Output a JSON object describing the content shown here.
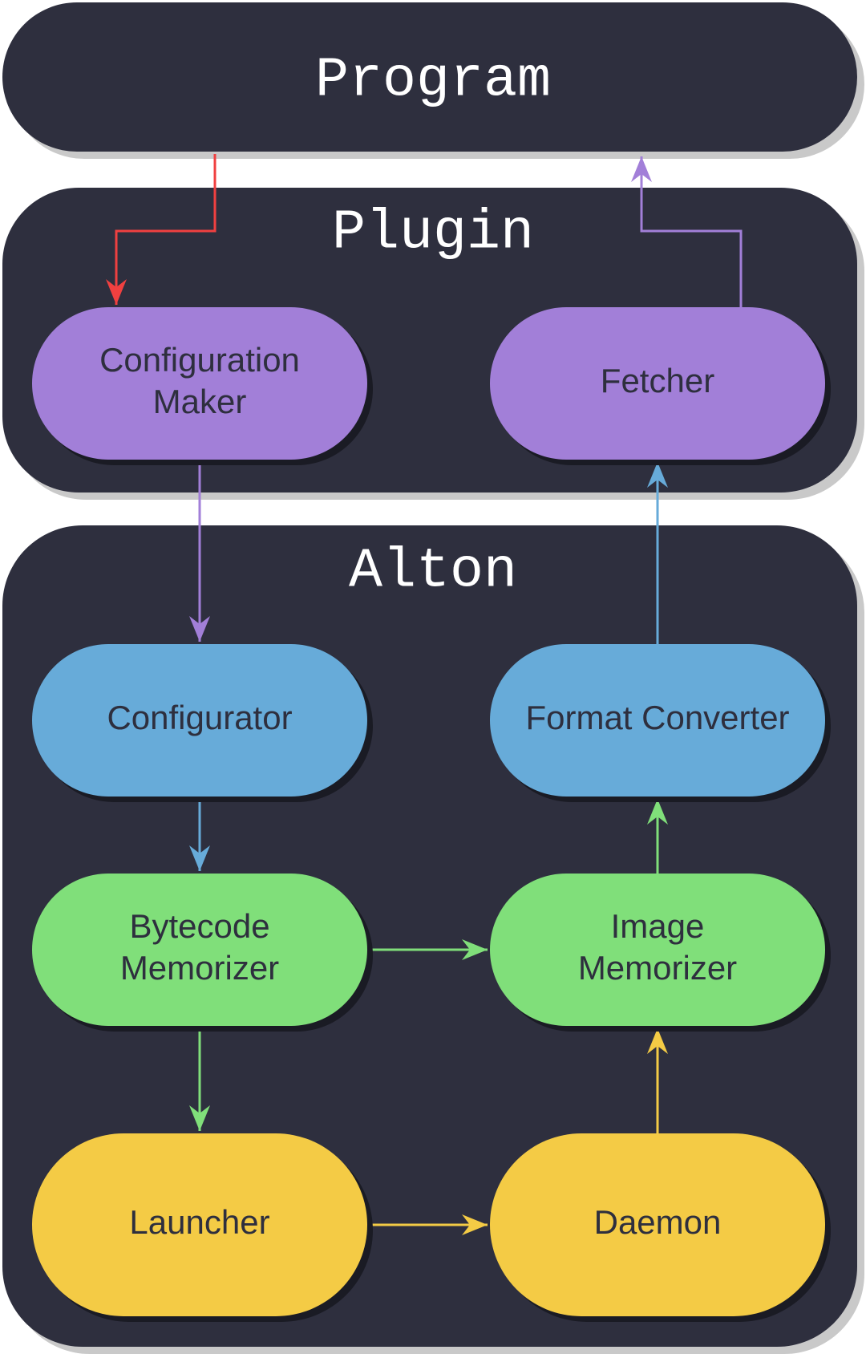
{
  "colors": {
    "panel": "#2e2f3e",
    "panel_shadow": "#c9c9c9",
    "node_shadow": "#1a1b24",
    "purple": "#a27fd8",
    "blue": "#67abd9",
    "green": "#80df7a",
    "yellow": "#f4cb45",
    "red": "#f04040",
    "title_text": "#ffffff",
    "node_text": "#2e2f3e"
  },
  "panels": {
    "program": {
      "title": "Program"
    },
    "plugin": {
      "title": "Plugin"
    },
    "alton": {
      "title": "Alton"
    }
  },
  "nodes": {
    "configuration_maker": {
      "lines": [
        "Configuration",
        "Maker"
      ],
      "color": "purple"
    },
    "fetcher": {
      "lines": [
        "Fetcher"
      ],
      "color": "purple"
    },
    "configurator": {
      "lines": [
        "Configurator"
      ],
      "color": "blue"
    },
    "format_converter": {
      "lines": [
        "Format Converter"
      ],
      "color": "blue"
    },
    "bytecode_memorizer": {
      "lines": [
        "Bytecode",
        "Memorizer"
      ],
      "color": "green"
    },
    "image_memorizer": {
      "lines": [
        "Image",
        "Memorizer"
      ],
      "color": "green"
    },
    "launcher": {
      "lines": [
        "Launcher"
      ],
      "color": "yellow"
    },
    "daemon": {
      "lines": [
        "Daemon"
      ],
      "color": "yellow"
    }
  },
  "edges": [
    {
      "from": "program",
      "to": "configuration_maker",
      "color": "red"
    },
    {
      "from": "configuration_maker",
      "to": "configurator",
      "color": "purple"
    },
    {
      "from": "configurator",
      "to": "bytecode_memorizer",
      "color": "blue"
    },
    {
      "from": "bytecode_memorizer",
      "to": "launcher",
      "color": "green"
    },
    {
      "from": "bytecode_memorizer",
      "to": "image_memorizer",
      "color": "green"
    },
    {
      "from": "launcher",
      "to": "daemon",
      "color": "yellow"
    },
    {
      "from": "daemon",
      "to": "image_memorizer",
      "color": "yellow"
    },
    {
      "from": "image_memorizer",
      "to": "format_converter",
      "color": "green"
    },
    {
      "from": "format_converter",
      "to": "fetcher",
      "color": "blue"
    },
    {
      "from": "fetcher",
      "to": "program",
      "color": "purple"
    }
  ]
}
